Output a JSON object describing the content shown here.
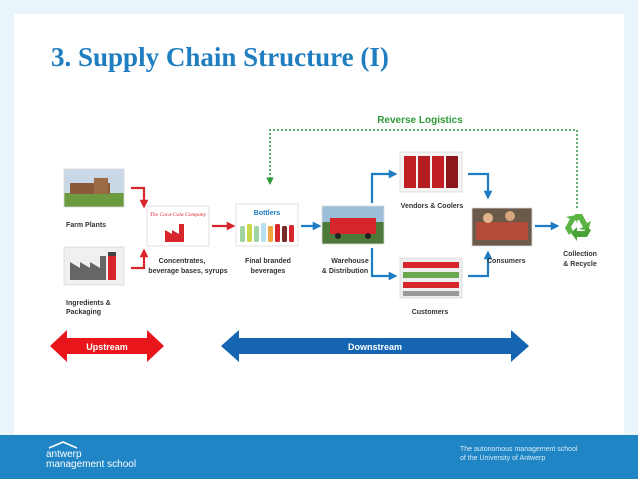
{
  "title": "3. Supply Chain Structure (I)",
  "reverse_logistics": "Reverse Logistics",
  "nodes": {
    "farm_plants": "Farm Plants",
    "ingredients_line1": "Ingredients &",
    "ingredients_line2": "Packaging",
    "cocacola_company": "The Coca-Cola Company",
    "concentrates_line1": "Concentrates,",
    "concentrates_line2": "beverage bases, syrups",
    "bottlers": "Bottlers",
    "final_branded_line1": "Final branded",
    "final_branded_line2": "beverages",
    "warehouse_line1": "Warehouse",
    "warehouse_line2": "& Distribution",
    "vendors_coolers": "Vendors & Coolers",
    "customers": "Customers",
    "consumers": "Consumers",
    "collection_line1": "Collection",
    "collection_line2": "& Recycle"
  },
  "bands": {
    "upstream": "Upstream",
    "downstream": "Downstream"
  },
  "footer": {
    "logo_line1": "antwerp",
    "logo_line2": "management school",
    "tagline_line1": "The autonomous management school",
    "tagline_line2": "of the University of Antwerp"
  },
  "colors": {
    "title": "#1f7ec0",
    "reverse_logistics": "#2e9b3b",
    "upstream_arrow": "#e8161b",
    "downstream_arrow": "#1565b3",
    "flow_red": "#d7262b",
    "flow_blue": "#1e7cc4",
    "recycle": "#5ab545",
    "footer": "#1f85c5"
  }
}
